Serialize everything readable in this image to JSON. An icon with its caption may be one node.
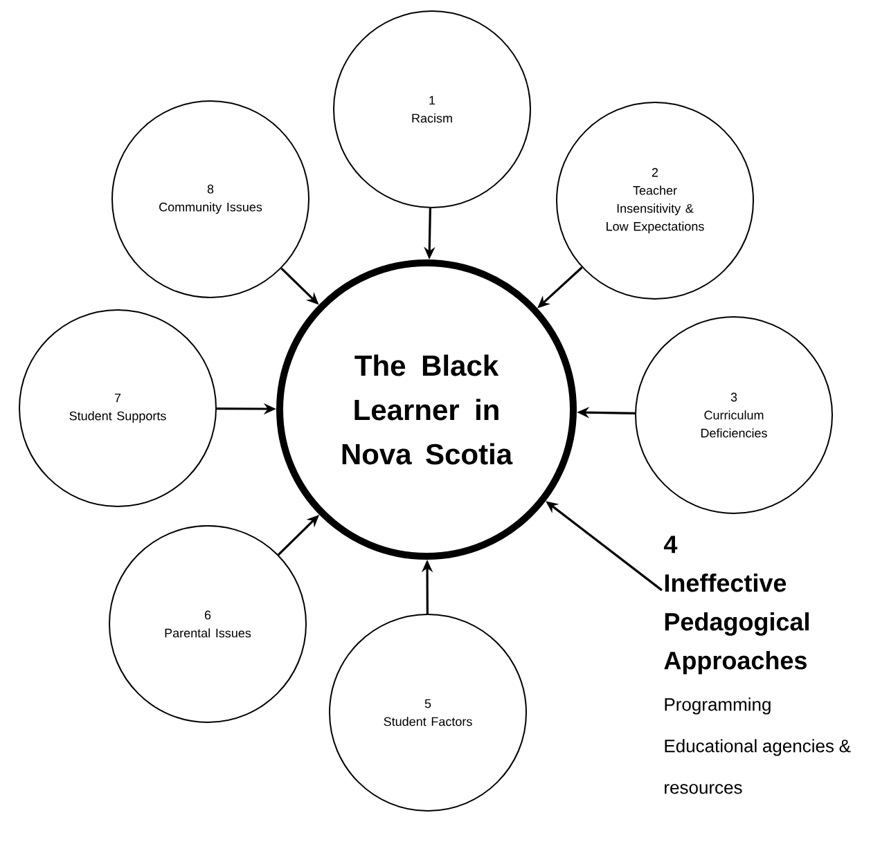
{
  "diagram": {
    "nodes": [
      {
        "text": [
          "The Black Learner in Nova Scotia"
        ]
      },
      {
        "text": [
          "1",
          "Racism"
        ]
      },
      {
        "text": [
          "2",
          "Teacher Insensitivity & Low Expectations"
        ]
      },
      {
        "text": [
          "3",
          "Curriculum Deficiencies"
        ]
      },
      {
        "text": [
          "4",
          "Ineffective Pedagogical Approaches",
          "Programming",
          "Educational agencies & resources"
        ]
      },
      {
        "text": [
          "5",
          "Student Factors"
        ]
      },
      {
        "text": [
          "6",
          "Parental Issues"
        ]
      },
      {
        "text": [
          "7",
          "Student Supports"
        ]
      },
      {
        "text": [
          "8",
          "Community Issues"
        ]
      }
    ],
    "edges": [
      {
        "from": 1,
        "to": 0,
        "arrow": "to"
      },
      {
        "from": 2,
        "to": 0,
        "arrow": "to"
      },
      {
        "from": 3,
        "to": 0,
        "arrow": "to"
      },
      {
        "from": 4,
        "to": 0,
        "arrow": "to"
      },
      {
        "from": 5,
        "to": 0,
        "arrow": "to"
      },
      {
        "from": 6,
        "to": 0,
        "arrow": "to"
      },
      {
        "from": 7,
        "to": 0,
        "arrow": "to"
      },
      {
        "from": 8,
        "to": 0,
        "arrow": "to"
      }
    ]
  }
}
